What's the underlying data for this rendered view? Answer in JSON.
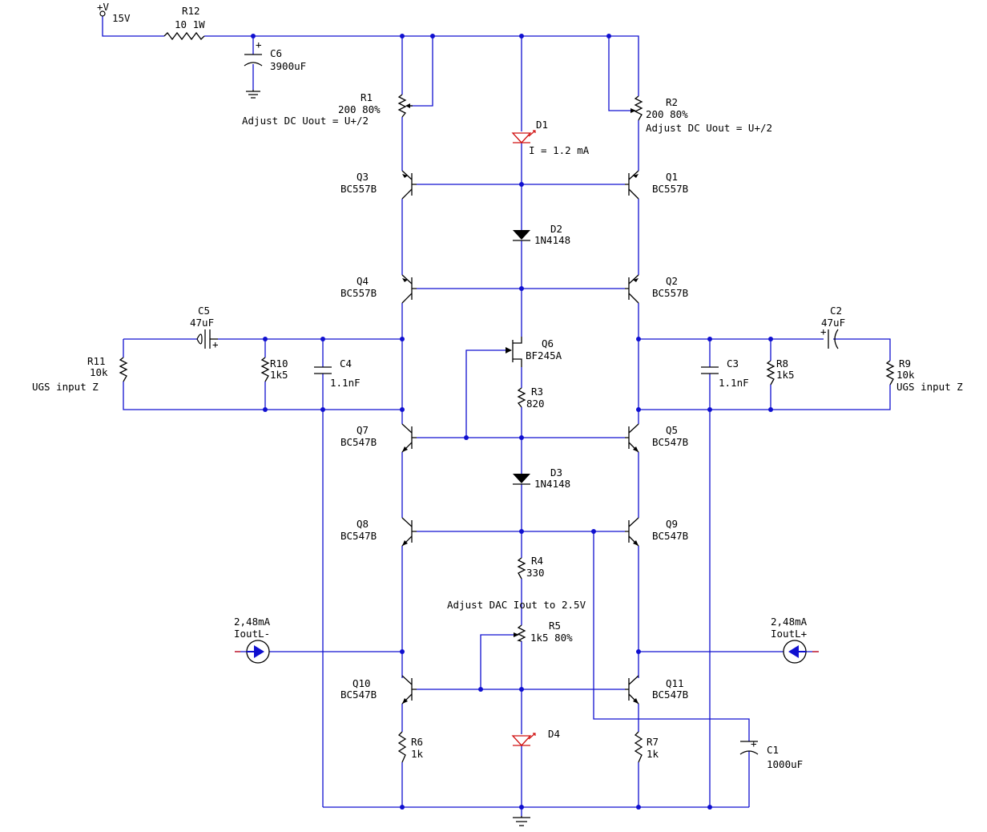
{
  "colors": {
    "wire": "#1010d0",
    "component": "#000000",
    "led": "#d01010",
    "source": "#1010d0",
    "background": "#ffffff"
  },
  "supply": {
    "rail_label": "+V",
    "voltage": "15V"
  },
  "components": {
    "R12": {
      "ref": "R12",
      "value": "10  1W"
    },
    "C6": {
      "ref": "C6",
      "value": "3900uF"
    },
    "R1": {
      "ref": "R1",
      "value": "200 80%",
      "note": "Adjust DC Uout = U+/2"
    },
    "R2": {
      "ref": "R2",
      "value": "200 80%",
      "note": "Adjust DC Uout = U+/2"
    },
    "D1": {
      "ref": "D1",
      "note": "I = 1.2 mA"
    },
    "Q3": {
      "ref": "Q3",
      "value": "BC557B"
    },
    "Q1": {
      "ref": "Q1",
      "value": "BC557B"
    },
    "D2": {
      "ref": "D2",
      "value": "1N4148"
    },
    "Q4": {
      "ref": "Q4",
      "value": "BC557B"
    },
    "Q2": {
      "ref": "Q2",
      "value": "BC557B"
    },
    "C5": {
      "ref": "C5",
      "value": "47uF"
    },
    "C2": {
      "ref": "C2",
      "value": "47uF"
    },
    "Q6": {
      "ref": "Q6",
      "value": "BF245A"
    },
    "R11": {
      "ref": "R11",
      "value": "10k",
      "note": "UGS input Z"
    },
    "R10": {
      "ref": "R10",
      "value": "1k5"
    },
    "C4": {
      "ref": "C4",
      "value": "1.1nF"
    },
    "R3": {
      "ref": "R3",
      "value": "820"
    },
    "C3": {
      "ref": "C3",
      "value": "1.1nF"
    },
    "R8": {
      "ref": "R8",
      "value": "1k5"
    },
    "R9": {
      "ref": "R9",
      "value": "10k",
      "note": "UGS input Z"
    },
    "Q7": {
      "ref": "Q7",
      "value": "BC547B"
    },
    "Q5": {
      "ref": "Q5",
      "value": "BC547B"
    },
    "D3": {
      "ref": "D3",
      "value": "1N4148"
    },
    "Q8": {
      "ref": "Q8",
      "value": "BC547B"
    },
    "Q9": {
      "ref": "Q9",
      "value": "BC547B"
    },
    "R4": {
      "ref": "R4",
      "value": "330"
    },
    "R5": {
      "ref": "R5",
      "value": "1k5 80%",
      "note": "Adjust DAC Iout to 2.5V"
    },
    "Q10": {
      "ref": "Q10",
      "value": "BC547B"
    },
    "Q11": {
      "ref": "Q11",
      "value": "BC547B"
    },
    "D4": {
      "ref": "D4"
    },
    "R6": {
      "ref": "R6",
      "value": "1k"
    },
    "R7": {
      "ref": "R7",
      "value": "1k"
    },
    "C1": {
      "ref": "C1",
      "value": "1000uF"
    }
  },
  "sources": {
    "left": {
      "current": "2,48mA",
      "name": "IoutL-"
    },
    "right": {
      "current": "2,48mA",
      "name": "IoutL+"
    }
  },
  "polarity_mark": "+"
}
